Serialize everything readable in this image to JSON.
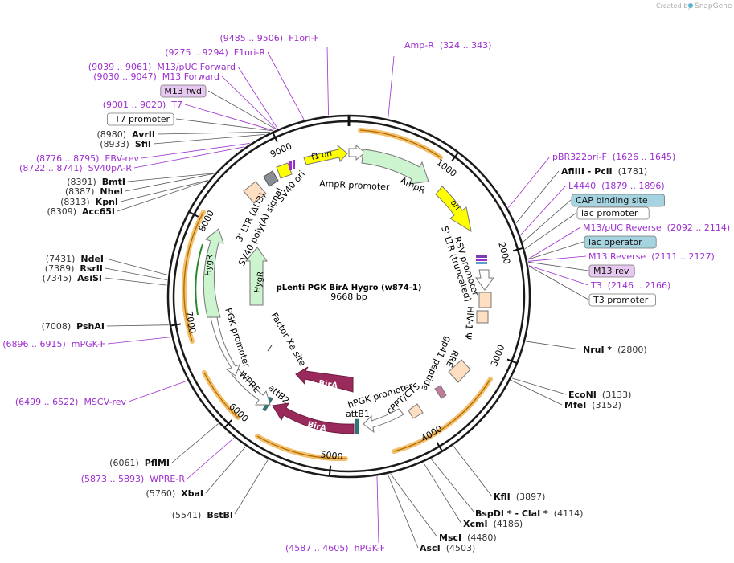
{
  "credit": {
    "text": "Created by",
    "brand": "SnapGene"
  },
  "plasmid": {
    "name": "pLenti PGK BirA Hygro (w874-1)",
    "size_label": "9668 bp",
    "length": 9668
  },
  "colors": {
    "site_purple": "#9d2fcf",
    "site_black": "#111111",
    "primer_bg": "#e6c8f0",
    "box_blue_bg": "#a5d4e0",
    "feature_green": "#ccf5cf",
    "feature_yellow": "#ffff00",
    "feature_maroon": "#9b2a5c",
    "feature_orange_glow": "#f4c06c",
    "orf_line": "#b06b00"
  },
  "ticks": [
    {
      "pos": 1000,
      "label": "1000"
    },
    {
      "pos": 2000,
      "label": "2000"
    },
    {
      "pos": 3000,
      "label": "3000"
    },
    {
      "pos": 4000,
      "label": "4000"
    },
    {
      "pos": 5000,
      "label": "5000"
    },
    {
      "pos": 6000,
      "label": "6000"
    },
    {
      "pos": 7000,
      "label": "7000"
    },
    {
      "pos": 8000,
      "label": "8000"
    },
    {
      "pos": 9000,
      "label": "9000"
    }
  ],
  "labels": [
    {
      "id": "f1ori-f",
      "coords": "(9485 .. 9506)",
      "name": "F1ori-F",
      "color": "purple",
      "box": "none",
      "pos": 9495
    },
    {
      "id": "f1ori-r",
      "coords": "(9275 .. 9294)",
      "name": "F1ori-R",
      "color": "purple",
      "box": "none",
      "pos": 9285
    },
    {
      "id": "m13puc-fwd",
      "coords": "(9039 .. 9061)",
      "name": "M13/pUC Forward",
      "color": "purple",
      "box": "none",
      "pos": 9050
    },
    {
      "id": "m13-fwd-long",
      "coords": "(9030 .. 9047)",
      "name": "M13 Forward",
      "color": "purple",
      "box": "none",
      "pos": 9038
    },
    {
      "id": "m13-fwd",
      "coords": "",
      "name": "M13 fwd",
      "color": "black",
      "box": "purple",
      "pos": 9035
    },
    {
      "id": "t7",
      "coords": "(9001 .. 9020)",
      "name": "T7",
      "color": "purple",
      "box": "none",
      "pos": 9010
    },
    {
      "id": "t7-promoter",
      "coords": "",
      "name": "T7 promoter",
      "color": "black",
      "box": "white",
      "pos": 9005
    },
    {
      "id": "avrii",
      "coords": "(8980)",
      "name": "AvrII",
      "color": "black",
      "box": "none",
      "pos": 8980
    },
    {
      "id": "sfii",
      "coords": "(8933)",
      "name": "SfiI",
      "color": "black",
      "box": "none",
      "pos": 8933
    },
    {
      "id": "ebv-rev",
      "coords": "(8776 .. 8795)",
      "name": "EBV-rev",
      "color": "purple",
      "box": "none",
      "pos": 8785
    },
    {
      "id": "sv40pa-r",
      "coords": "(8722 .. 8741)",
      "name": "SV40pA-R",
      "color": "purple",
      "box": "none",
      "pos": 8731
    },
    {
      "id": "bmti",
      "coords": "(8391)",
      "name": "BmtI",
      "color": "black",
      "box": "none",
      "pos": 8391
    },
    {
      "id": "nhei",
      "coords": "(8387)",
      "name": "NheI",
      "color": "black",
      "box": "none",
      "pos": 8387
    },
    {
      "id": "kpni",
      "coords": "(8313)",
      "name": "KpnI",
      "color": "black",
      "box": "none",
      "pos": 8313
    },
    {
      "id": "acc65i",
      "coords": "(8309)",
      "name": "Acc65I",
      "color": "black",
      "box": "none",
      "pos": 8309
    },
    {
      "id": "ndei",
      "coords": "(7431)",
      "name": "NdeI",
      "color": "black",
      "box": "none",
      "pos": 7431
    },
    {
      "id": "rsrii",
      "coords": "(7389)",
      "name": "RsrII",
      "color": "black",
      "box": "none",
      "pos": 7389
    },
    {
      "id": "asisi",
      "coords": "(7345)",
      "name": "AsiSI",
      "color": "black",
      "box": "none",
      "pos": 7345
    },
    {
      "id": "pshai",
      "coords": "(7008)",
      "name": "PshAI",
      "color": "black",
      "box": "none",
      "pos": 7008
    },
    {
      "id": "mpgk-f",
      "coords": "(6896 .. 6915)",
      "name": "mPGK-F",
      "color": "purple",
      "box": "none",
      "pos": 6905
    },
    {
      "id": "mscv-rev",
      "coords": "(6499 .. 6522)",
      "name": "MSCV-rev",
      "color": "purple",
      "box": "none",
      "pos": 6510
    },
    {
      "id": "pflmi",
      "coords": "(6061)",
      "name": "PflMI",
      "color": "black",
      "box": "none",
      "pos": 6061
    },
    {
      "id": "wpre-r",
      "coords": "(5873 .. 5893)",
      "name": "WPRE-R",
      "color": "purple",
      "box": "none",
      "pos": 5883
    },
    {
      "id": "xbai",
      "coords": "(5760)",
      "name": "XbaI",
      "color": "black",
      "box": "none",
      "pos": 5760
    },
    {
      "id": "bstbi",
      "coords": "(5541)",
      "name": "BstBI",
      "color": "black",
      "box": "none",
      "pos": 5541
    },
    {
      "id": "amp-r",
      "coords": "(324 .. 343)",
      "name": "Amp-R",
      "color": "purple",
      "box": "none",
      "pos": 333
    },
    {
      "id": "pbr322ori-f",
      "coords": "(1626 .. 1645)",
      "name": "pBR322ori-F",
      "color": "purple",
      "box": "none",
      "pos": 1635
    },
    {
      "id": "afliii",
      "coords": "(1781)",
      "name": "AflIII  - PciI",
      "color": "black",
      "box": "none",
      "pos": 1781
    },
    {
      "id": "l4440",
      "coords": "(1879 .. 1896)",
      "name": "L4440",
      "color": "purple",
      "box": "none",
      "pos": 1887
    },
    {
      "id": "cap-site",
      "coords": "",
      "name": "CAP binding site",
      "color": "black",
      "box": "blue",
      "pos": 1950
    },
    {
      "id": "lac-promoter",
      "coords": "",
      "name": "lac promoter",
      "color": "black",
      "box": "white",
      "pos": 2010
    },
    {
      "id": "m13puc-rev",
      "coords": "(2092 .. 2114)",
      "name": "M13/pUC Reverse",
      "color": "purple",
      "box": "none",
      "pos": 2103
    },
    {
      "id": "lac-operator",
      "coords": "",
      "name": "lac operator",
      "color": "black",
      "box": "blue",
      "pos": 2105
    },
    {
      "id": "m13-reverse",
      "coords": "(2111 .. 2127)",
      "name": "M13 Reverse",
      "color": "purple",
      "box": "none",
      "pos": 2119
    },
    {
      "id": "m13-rev",
      "coords": "",
      "name": "M13 rev",
      "color": "black",
      "box": "purple",
      "pos": 2125
    },
    {
      "id": "t3",
      "coords": "(2146 .. 2166)",
      "name": "T3",
      "color": "purple",
      "box": "none",
      "pos": 2156
    },
    {
      "id": "t3-promoter",
      "coords": "",
      "name": "T3 promoter",
      "color": "black",
      "box": "white",
      "pos": 2160
    },
    {
      "id": "nrui",
      "coords": "(2800)",
      "name": "NruI *",
      "color": "black",
      "box": "none",
      "pos": 2800
    },
    {
      "id": "econi",
      "coords": "(3133)",
      "name": "EcoNI",
      "color": "black",
      "box": "none",
      "pos": 3133
    },
    {
      "id": "mfei",
      "coords": "(3152)",
      "name": "MfeI",
      "color": "black",
      "box": "none",
      "pos": 3152
    },
    {
      "id": "kfli",
      "coords": "(3897)",
      "name": "KflI",
      "color": "black",
      "box": "none",
      "pos": 3897
    },
    {
      "id": "bspdi",
      "coords": "(4114)",
      "name": "BspDI * - ClaI *",
      "color": "black",
      "box": "none",
      "pos": 4114
    },
    {
      "id": "xcmi",
      "coords": "(4186)",
      "name": "XcmI",
      "color": "black",
      "box": "none",
      "pos": 4186
    },
    {
      "id": "msci",
      "coords": "(4480)",
      "name": "MscI",
      "color": "black",
      "box": "none",
      "pos": 4480
    },
    {
      "id": "asci",
      "coords": "(4503)",
      "name": "AscI",
      "color": "black",
      "box": "none",
      "pos": 4503
    },
    {
      "id": "hpgk-f",
      "coords": "(4587 .. 4605)",
      "name": "hPGK-F",
      "color": "purple",
      "box": "none",
      "pos": 4596
    }
  ],
  "features": [
    {
      "name": "f1 ori",
      "kind": "arrow",
      "color": "yellow",
      "start": 9550,
      "end": 110
    },
    {
      "name": "AmpR promoter",
      "kind": "arrow",
      "color": "white",
      "start": 110,
      "end": 215
    },
    {
      "name": "AmpR",
      "kind": "arrow",
      "color": "green",
      "start": 215,
      "end": 1075
    },
    {
      "name": "ori",
      "kind": "arrow",
      "color": "yellow",
      "start": 1245,
      "end": 1835
    },
    {
      "name": "RSV promoter",
      "kind": "arrow",
      "color": "white",
      "start": 2180,
      "end": 2450
    },
    {
      "name": "5' LTR (truncated)",
      "kind": "box",
      "color": "peach",
      "start": 2470,
      "end": 2650
    },
    {
      "name": "HIV-1 Ψ",
      "kind": "box",
      "color": "peach",
      "start": 2700,
      "end": 2830
    },
    {
      "name": "RRE",
      "kind": "box",
      "color": "peach",
      "start": 3320,
      "end": 3550
    },
    {
      "name": "gp41 peptide",
      "kind": "arrow",
      "color": "maroon",
      "start": 3700,
      "end": 3760
    },
    {
      "name": "cPPT/CTS",
      "kind": "box",
      "color": "peach",
      "start": 3960,
      "end": 4080
    },
    {
      "name": "hPGK promoter",
      "kind": "arrow",
      "color": "white",
      "start": 4600,
      "end": 4110
    },
    {
      "name": "attB1",
      "kind": "box",
      "color": "teal",
      "start": 4600,
      "end": 4630
    },
    {
      "name": "BirA",
      "kind": "arrow",
      "color": "maroon",
      "start": 5600,
      "end": 4650
    },
    {
      "name": "attB2",
      "kind": "box",
      "color": "teal",
      "start": 5650,
      "end": 5680
    },
    {
      "name": "WPRE",
      "kind": "arrow",
      "color": "white",
      "start": 6200,
      "end": 5700
    },
    {
      "name": "PGK promoter",
      "kind": "arrow",
      "color": "white",
      "start": 6900,
      "end": 6400
    },
    {
      "name": "HygR",
      "kind": "arrow",
      "color": "green",
      "start": 7950,
      "end": 6980
    },
    {
      "name": "3' LTR (ΔU3)",
      "kind": "box",
      "color": "peach",
      "start": 8400,
      "end": 8640
    },
    {
      "name": "SV40 poly(A) signal",
      "kind": "box",
      "color": "gray",
      "start": 8750,
      "end": 8880
    },
    {
      "name": "SV40 ori",
      "kind": "box",
      "color": "yellow",
      "start": 8930,
      "end": 9040
    }
  ],
  "inner_labels": {
    "f1_ori": "f1 ori",
    "ampr_promoter": "AmpR promoter",
    "ampr": "AmpR",
    "ori": "ori",
    "rsv": "RSV promoter",
    "ltr5": "5' LTR (truncated)",
    "psi": "HIV-1 Ψ",
    "rre": "RRE",
    "gp41": "gp41 peptide",
    "cppt": "cPPT/CTS",
    "hpgk": "hPGK promoter",
    "attb1": "attB1",
    "bira_outer": "BirA",
    "bira_inner": "BirA",
    "attb2": "attB2",
    "wpre": "WPRE",
    "pgk": "PGK promoter",
    "hygr_outer": "HygR",
    "hygr_inner": "HygR",
    "ltr3": "3' LTR (ΔU3)",
    "sv40pa": "SV40 poly(A) signal",
    "sv40ori": "SV40 ori",
    "factorxa": "Factor Xa site"
  }
}
